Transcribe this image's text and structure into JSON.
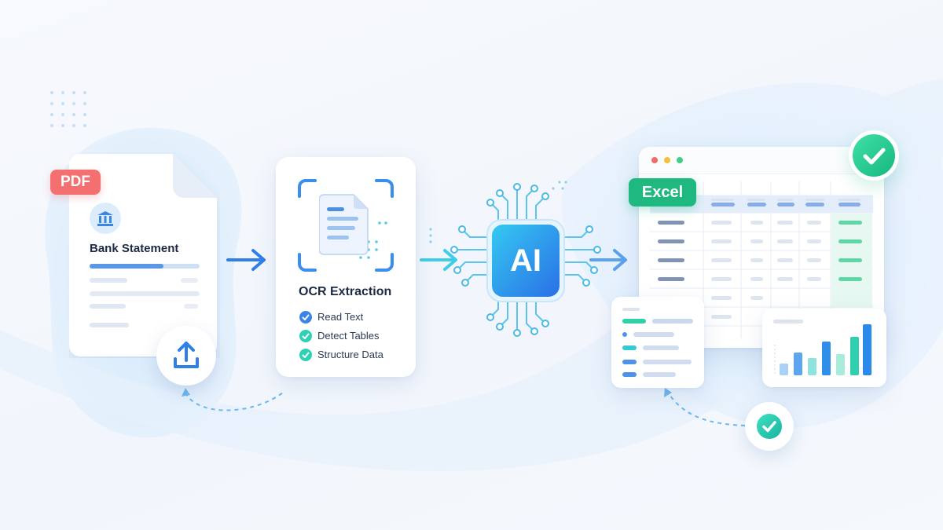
{
  "document": {
    "badge": "PDF",
    "title": "Bank Statement"
  },
  "ocr": {
    "title": "OCR Extraction",
    "steps": [
      "Read Text",
      "Detect Tables",
      "Structure Data"
    ]
  },
  "ai": {
    "label": "AI"
  },
  "excel": {
    "badge": "Excel"
  },
  "colors": {
    "pdf_badge": "#f46f6f",
    "excel_badge": "#1fb87f",
    "accent_blue": "#2f7fe9",
    "accent_teal": "#2dd4bf",
    "success_green": "#27c48f"
  },
  "icons": [
    "bank-icon",
    "upload-icon",
    "document-icon",
    "check-icon",
    "chip-icon",
    "arrow-right-icon"
  ]
}
